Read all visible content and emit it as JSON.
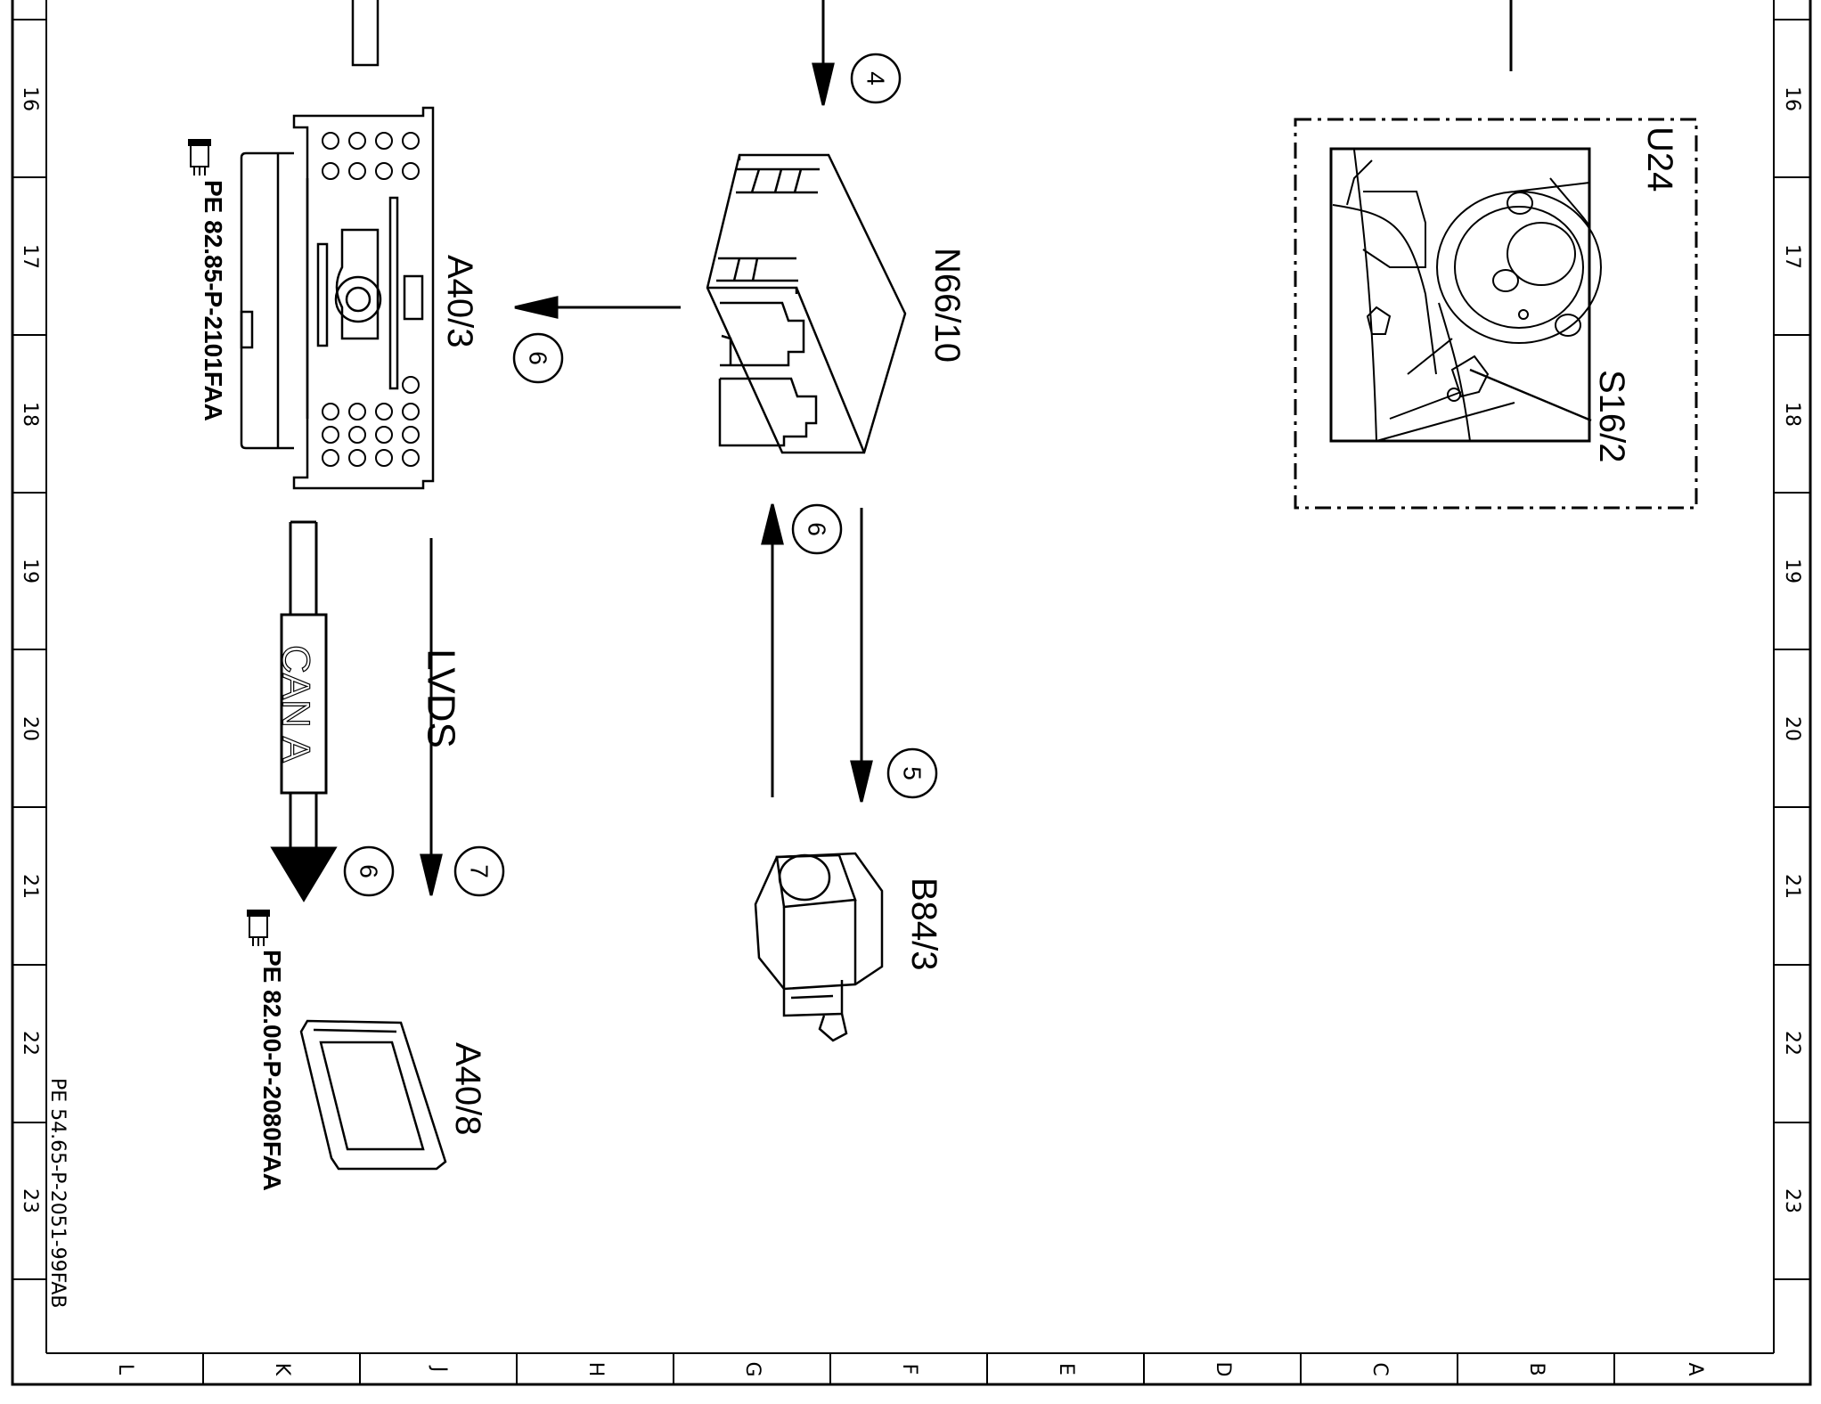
{
  "drawing": {
    "document_code": "PE 54.65-P-2051-99FAB",
    "row_numbers": [
      "16",
      "17",
      "18",
      "19",
      "20",
      "21",
      "22",
      "23"
    ],
    "column_letters": [
      "L",
      "K",
      "J",
      "H",
      "G",
      "F",
      "E",
      "D",
      "C",
      "B",
      "A"
    ],
    "ink_color": "#000000"
  },
  "components": {
    "a40_3": {
      "code": "A40/3",
      "reference": "PE 82.85-P-2101FAA"
    },
    "n66_10": {
      "code": "N66/10"
    },
    "b84_3": {
      "code": "B84/3"
    },
    "a40_8": {
      "code": "A40/8",
      "reference": "PE 82.00-P-2080FAA"
    },
    "u24": {
      "code": "U24",
      "inset_label": "S16/2"
    }
  },
  "connections": {
    "bus_can": "CAN A",
    "bus_lvds": "LVDS",
    "marker_4": "4",
    "marker_5": "5",
    "marker_6": "6",
    "marker_7": "7"
  }
}
